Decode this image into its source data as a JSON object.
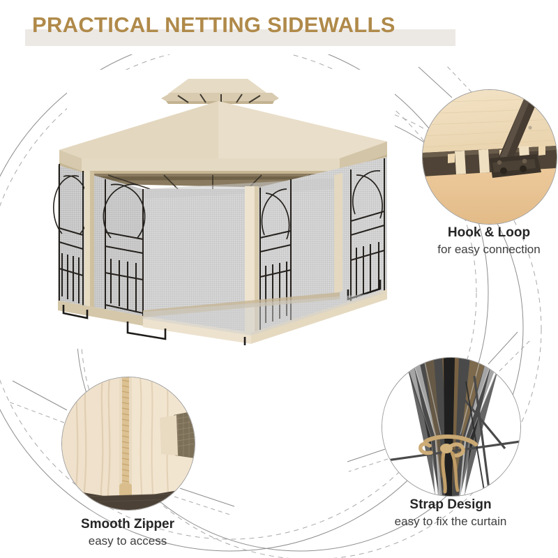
{
  "page": {
    "title": "PRACTICAL NETTING SIDEWALLS",
    "background_color": "#ffffff"
  },
  "header": {
    "title": "PRACTICAL NETTING SIDEWALLS",
    "title_color": "#b08a4a",
    "banner_color": "#ece9e5"
  },
  "hero": {
    "name": "gazebo-product-photo",
    "description": "Beige two-tier canopy gazebo with black decorative metal corner frames and gray netting sidewalls",
    "canopy_color": "#e7dcc6",
    "canopy_shadow_color": "#d8cbb2",
    "frame_color": "#2b2b2b",
    "netting_color": "#d6d6d6",
    "post_color": "#e2d6bd"
  },
  "callouts": [
    {
      "id": "hook-and-loop",
      "title": "Hook & Loop",
      "subtitle": "for easy connection",
      "image_name": "hook-and-loop-detail-photo",
      "image_description": "Close-up of tan canopy fabric with dark brown metal pole and bracket hardware",
      "accent_color": "#e8c79a",
      "hardware_color": "#4a3f33"
    },
    {
      "id": "strap-design",
      "title": "Strap Design",
      "subtitle": "easy to fix the curtain",
      "image_name": "strap-design-detail-photo",
      "image_description": "Dark netting curtain gathered and tied with a tan fabric strap bow",
      "accent_color": "#c8a472",
      "hardware_color": "#2a2a2a"
    },
    {
      "id": "smooth-zipper",
      "title": "Smooth Zipper",
      "subtitle": "easy to access",
      "image_name": "smooth-zipper-detail-photo",
      "image_description": "Close-up of cream beige fabric sidewall with vertical zipper and pull tab",
      "accent_color": "#efe2cc",
      "hardware_color": "#d7bc8c"
    }
  ],
  "decor": {
    "arc_solid_color": "#8d8d8d",
    "arc_dashed_color": "#a8a8a8"
  }
}
